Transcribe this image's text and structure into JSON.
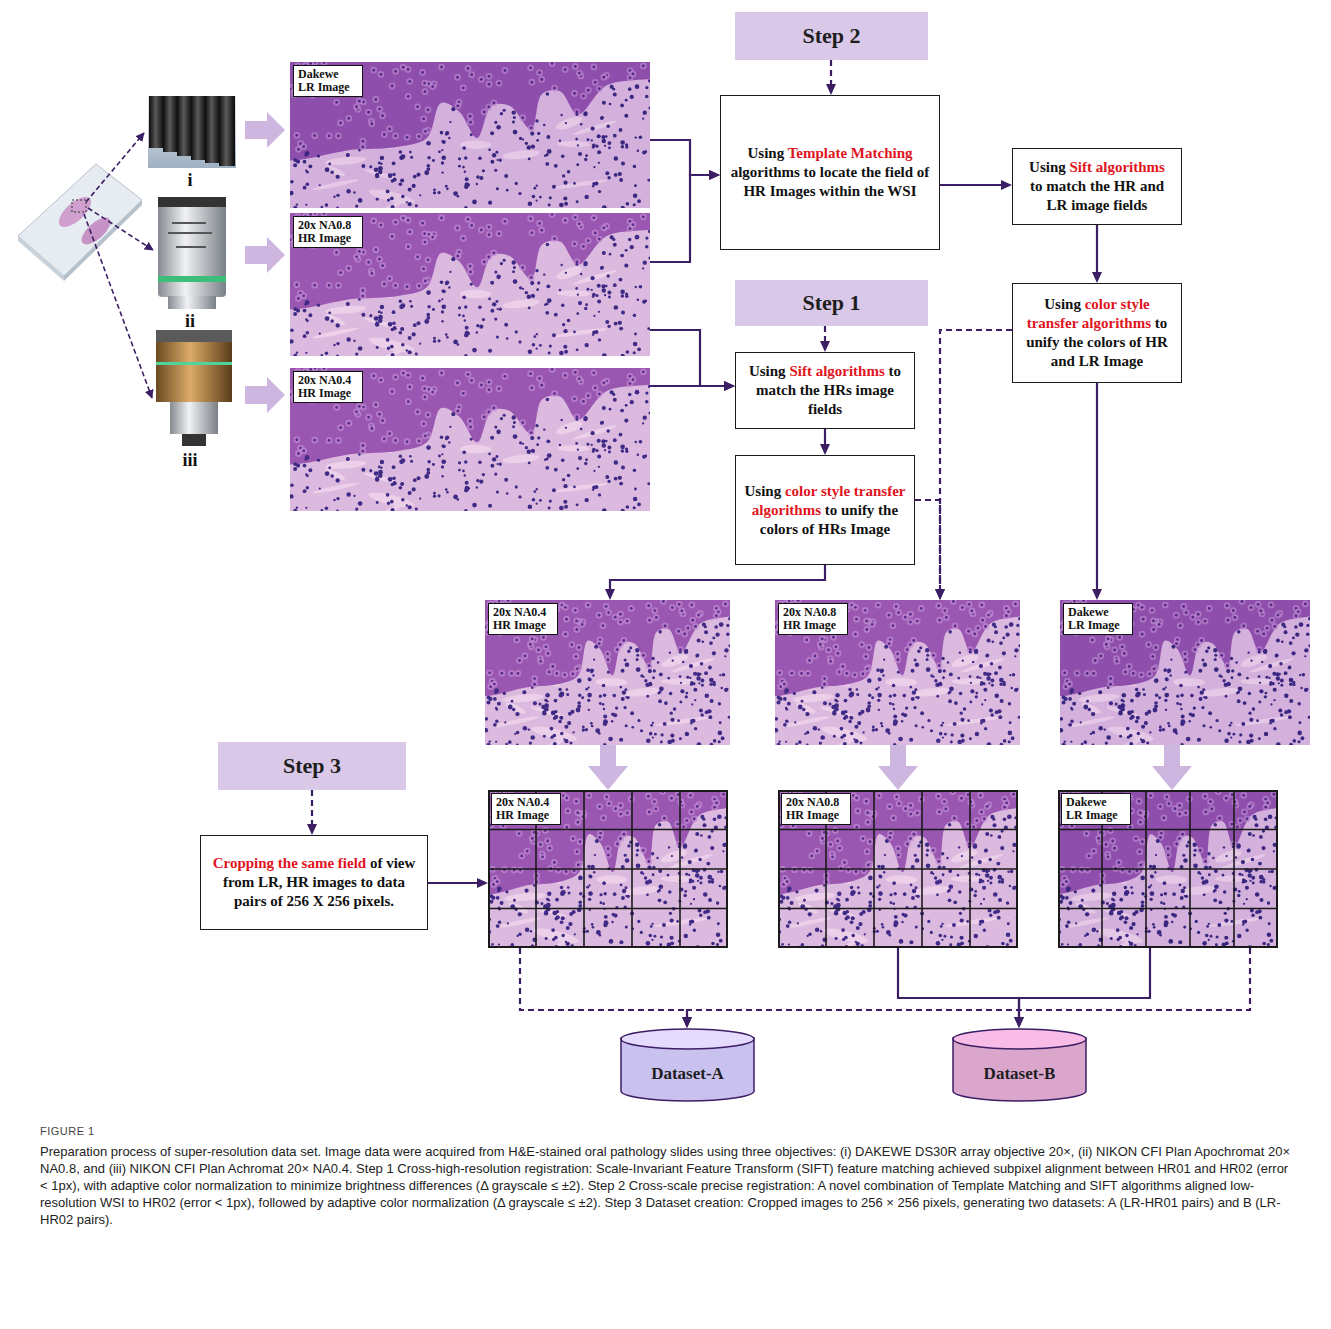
{
  "diagram": {
    "caption": "Preparation process of super-resolution data set. Image data were acquired from H&E-stained oral pathology slides using three objectives: (i) DAKEWE DS30R array objective 20×, (ii) NIKON CFI Plan Apochromat 20× NA0.8, and (iii) NIKON CFI Plan Achromat 20× NA0.4. Step 1 Cross-high-resolution registration: Scale-Invariant Feature Transform (SIFT) feature matching achieved subpixel alignment between HR01 and HR02 (error < 1px), with adaptive color normalization to minimize brightness differences (Δ grayscale ≤ ±2). Step 2 Cross-scale precise registration: A novel combination of Template Matching and SIFT algorithms aligned low-resolution WSI to HR02 (error < 1px), followed by adaptive color normalization (Δ grayscale ≤ ±2). Step 3 Dataset creation: Cropped images to 256 × 256 pixels, generating two datasets: A (LR-HR01 pairs) and B (LR-HR02 pairs).",
    "nodes": [
      {
        "text": [
          "Dakewe LR Image"
        ]
      },
      {
        "text": [
          "20x NA0.8 HR Image"
        ]
      },
      {
        "text": [
          "20x NA0.4 HR Image"
        ]
      },
      {
        "text": [
          "Step 2"
        ]
      },
      {
        "text": [
          "Using Template Matching algorithms to locate the field of HR Images within the WSI"
        ]
      },
      {
        "text": [
          "Using Sift algorithms to match the HR and LR image fields"
        ]
      },
      {
        "text": [
          "Step 1"
        ]
      },
      {
        "text": [
          "Using Sift algorithms to match the HRs image fields"
        ]
      },
      {
        "text": [
          "Using color style transfer algorithms to unify the colors of HR and LR Image"
        ]
      },
      {
        "text": [
          "Using color style transfer algorithms to unify the colors of HRs Image"
        ]
      },
      {
        "text": [
          "20x NA0.4 HR Image"
        ]
      },
      {
        "text": [
          "20x NA0.8 HR Image"
        ]
      },
      {
        "text": [
          "Dakewe LR Image"
        ]
      },
      {
        "text": [
          "Step 3"
        ]
      },
      {
        "text": [
          "Cropping the same field of view from LR, HR images to data pairs of 256 X 256 pixels."
        ]
      },
      {
        "text": [
          "20x NA0.4 HR Image"
        ]
      },
      {
        "text": [
          "20x NA0.8 HR Image"
        ]
      },
      {
        "text": [
          "Dakewe LR Image"
        ]
      },
      {
        "text": [
          "Dataset-A"
        ]
      },
      {
        "text": [
          "Dataset-B"
        ]
      }
    ],
    "edges": [
      {
        "from": 0,
        "to": 4,
        "arrow": "to"
      },
      {
        "from": 1,
        "to": 4,
        "arrow": "to"
      },
      {
        "from": 3,
        "to": 4,
        "arrow": "to"
      },
      {
        "from": 4,
        "to": 5,
        "arrow": "to"
      },
      {
        "from": 5,
        "to": 8,
        "arrow": "to"
      },
      {
        "from": 1,
        "to": 7,
        "arrow": "to"
      },
      {
        "from": 2,
        "to": 7,
        "arrow": "to"
      },
      {
        "from": 6,
        "to": 7,
        "arrow": "to"
      },
      {
        "from": 7,
        "to": 9,
        "arrow": "to"
      },
      {
        "from": 9,
        "to": 10,
        "arrow": "to"
      },
      {
        "from": 9,
        "to": 11,
        "arrow": "to"
      },
      {
        "from": 8,
        "to": 11,
        "arrow": "to"
      },
      {
        "from": 8,
        "to": 12,
        "arrow": "to"
      },
      {
        "from": 10,
        "to": 15,
        "arrow": "to"
      },
      {
        "from": 11,
        "to": 16,
        "arrow": "to"
      },
      {
        "from": 12,
        "to": 17,
        "arrow": "to"
      },
      {
        "from": 13,
        "to": 14,
        "arrow": "to"
      },
      {
        "from": 14,
        "to": 15,
        "arrow": "to"
      },
      {
        "from": 15,
        "to": 18,
        "arrow": "to"
      },
      {
        "from": 17,
        "to": 18,
        "arrow": "to"
      },
      {
        "from": 16,
        "to": 19,
        "arrow": "to"
      },
      {
        "from": 17,
        "to": 19,
        "arrow": "to"
      }
    ],
    "labels": [
      "i",
      "ii",
      "iii",
      "FIGURE 1"
    ]
  }
}
